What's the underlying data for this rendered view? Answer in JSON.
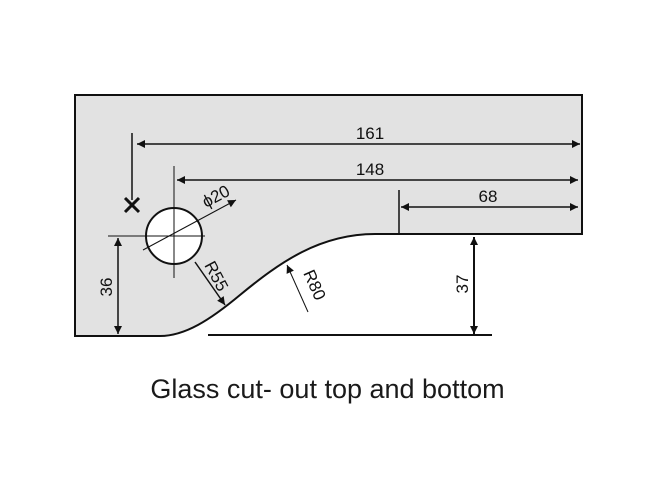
{
  "diagram": {
    "dimensions": {
      "overall_width": "161",
      "hole_to_edge": "148",
      "flat_length": "68",
      "hole_height": "36",
      "cutout_depth": "37",
      "hole_diameter": "ϕ20",
      "radius_small": "R55",
      "radius_large": "R80"
    },
    "colors": {
      "glass": "#e2e2e2",
      "line": "#111111"
    }
  },
  "caption": "Glass cut- out top and bottom"
}
